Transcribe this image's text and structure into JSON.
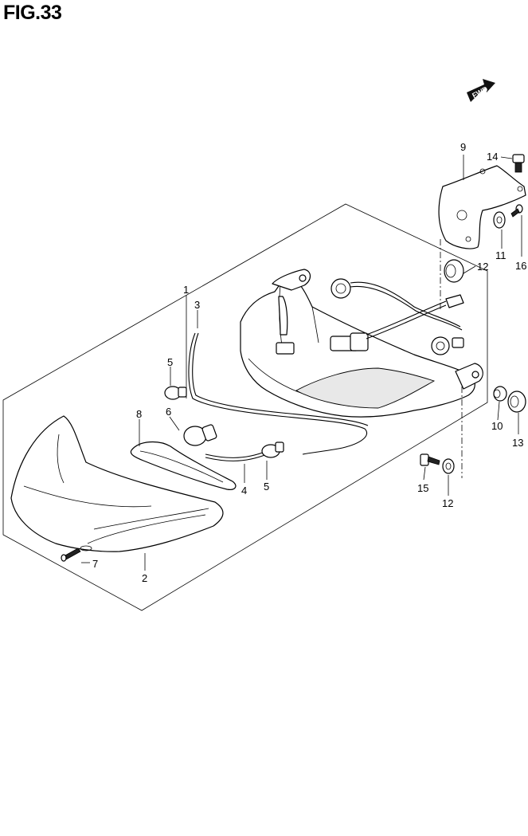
{
  "figure": {
    "title": "FIG.33"
  },
  "fwd_label": "FWD",
  "callouts": [
    {
      "id": "c1",
      "text": "1"
    },
    {
      "id": "c2",
      "text": "2"
    },
    {
      "id": "c3",
      "text": "3"
    },
    {
      "id": "c4",
      "text": "4"
    },
    {
      "id": "c5a",
      "text": "5"
    },
    {
      "id": "c5b",
      "text": "5"
    },
    {
      "id": "c6",
      "text": "6"
    },
    {
      "id": "c7",
      "text": "7"
    },
    {
      "id": "c8",
      "text": "8"
    },
    {
      "id": "c9",
      "text": "9"
    },
    {
      "id": "c10",
      "text": "10"
    },
    {
      "id": "c11",
      "text": "11"
    },
    {
      "id": "c12a",
      "text": "12"
    },
    {
      "id": "c12b",
      "text": "12"
    },
    {
      "id": "c13",
      "text": "13"
    },
    {
      "id": "c14",
      "text": "14"
    },
    {
      "id": "c15",
      "text": "15"
    },
    {
      "id": "c16",
      "text": "16"
    }
  ]
}
